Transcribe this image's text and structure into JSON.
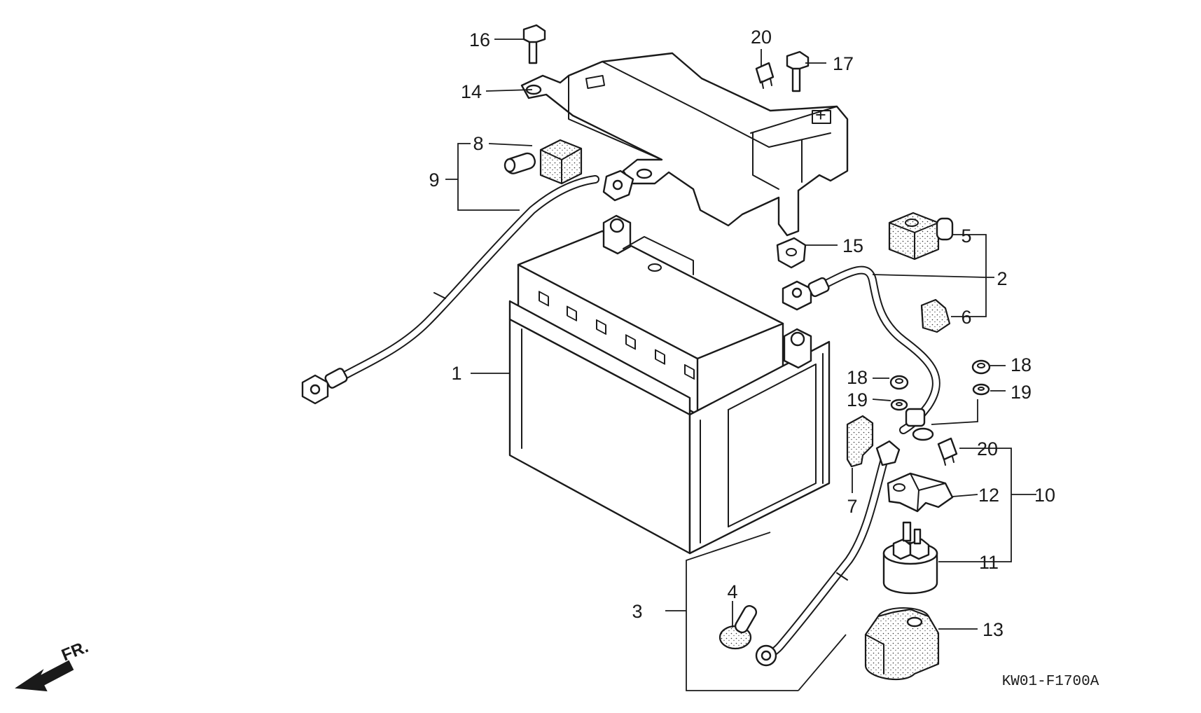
{
  "diagram": {
    "drawing_code": "KW01-F1700A",
    "front_marker": "FR.",
    "callouts": [
      {
        "id": "c1",
        "label": "1"
      },
      {
        "id": "c2",
        "label": "2"
      },
      {
        "id": "c3",
        "label": "3"
      },
      {
        "id": "c4",
        "label": "4"
      },
      {
        "id": "c5",
        "label": "5"
      },
      {
        "id": "c6",
        "label": "6"
      },
      {
        "id": "c7",
        "label": "7"
      },
      {
        "id": "c8",
        "label": "8"
      },
      {
        "id": "c9",
        "label": "9"
      },
      {
        "id": "c10",
        "label": "10"
      },
      {
        "id": "c11",
        "label": "11"
      },
      {
        "id": "c12",
        "label": "12"
      },
      {
        "id": "c13",
        "label": "13"
      },
      {
        "id": "c14",
        "label": "14"
      },
      {
        "id": "c15",
        "label": "15"
      },
      {
        "id": "c16",
        "label": "16"
      },
      {
        "id": "c17",
        "label": "17"
      },
      {
        "id": "c18a",
        "label": "18"
      },
      {
        "id": "c18b",
        "label": "18"
      },
      {
        "id": "c19a",
        "label": "19"
      },
      {
        "id": "c19b",
        "label": "19"
      },
      {
        "id": "c20a",
        "label": "20"
      },
      {
        "id": "c20b",
        "label": "20"
      }
    ]
  }
}
